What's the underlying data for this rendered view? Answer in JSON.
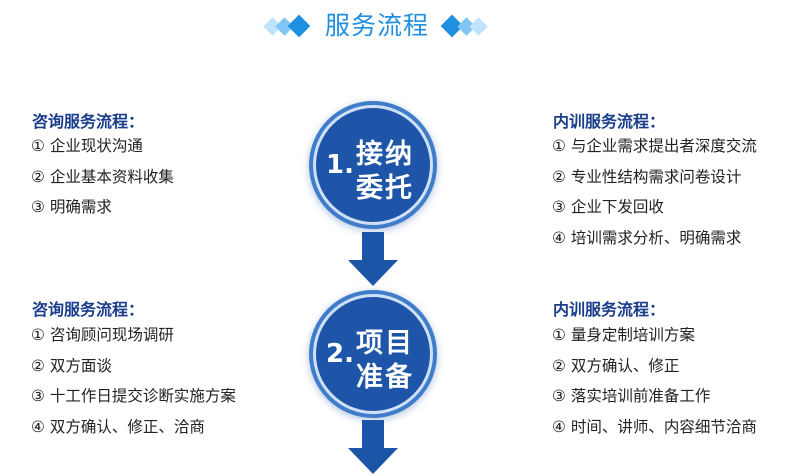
{
  "header": {
    "title": "服务流程"
  },
  "colors": {
    "title": "#1f8fe0",
    "circle": "#1e55a8",
    "section_title": "#1a3e8c",
    "arrow": "#1a55a8"
  },
  "stages": [
    {
      "number": "1.",
      "line1": "接纳",
      "line2": "委托",
      "left": {
        "title": "咨询服务流程：",
        "items": [
          "① 企业现状沟通",
          "② 企业基本资料收集",
          "③ 明确需求"
        ]
      },
      "right": {
        "title": "内训服务流程：",
        "items": [
          "① 与企业需求提出者深度交流",
          "② 专业性结构需求问卷设计",
          "③ 企业下发回收",
          "④ 培训需求分析、明确需求"
        ]
      }
    },
    {
      "number": "2.",
      "line1": "项目",
      "line2": "准备",
      "left": {
        "title": "咨询服务流程：",
        "items": [
          "① 咨询顾问现场调研",
          "② 双方面谈",
          "③ 十工作日提交诊断实施方案",
          "④ 双方确认、修正、洽商"
        ]
      },
      "right": {
        "title": "内训服务流程：",
        "items": [
          "① 量身定制培训方案",
          "② 双方确认、修正",
          "③ 落实培训前准备工作",
          "④ 时间、讲师、内容细节洽商"
        ]
      }
    }
  ]
}
